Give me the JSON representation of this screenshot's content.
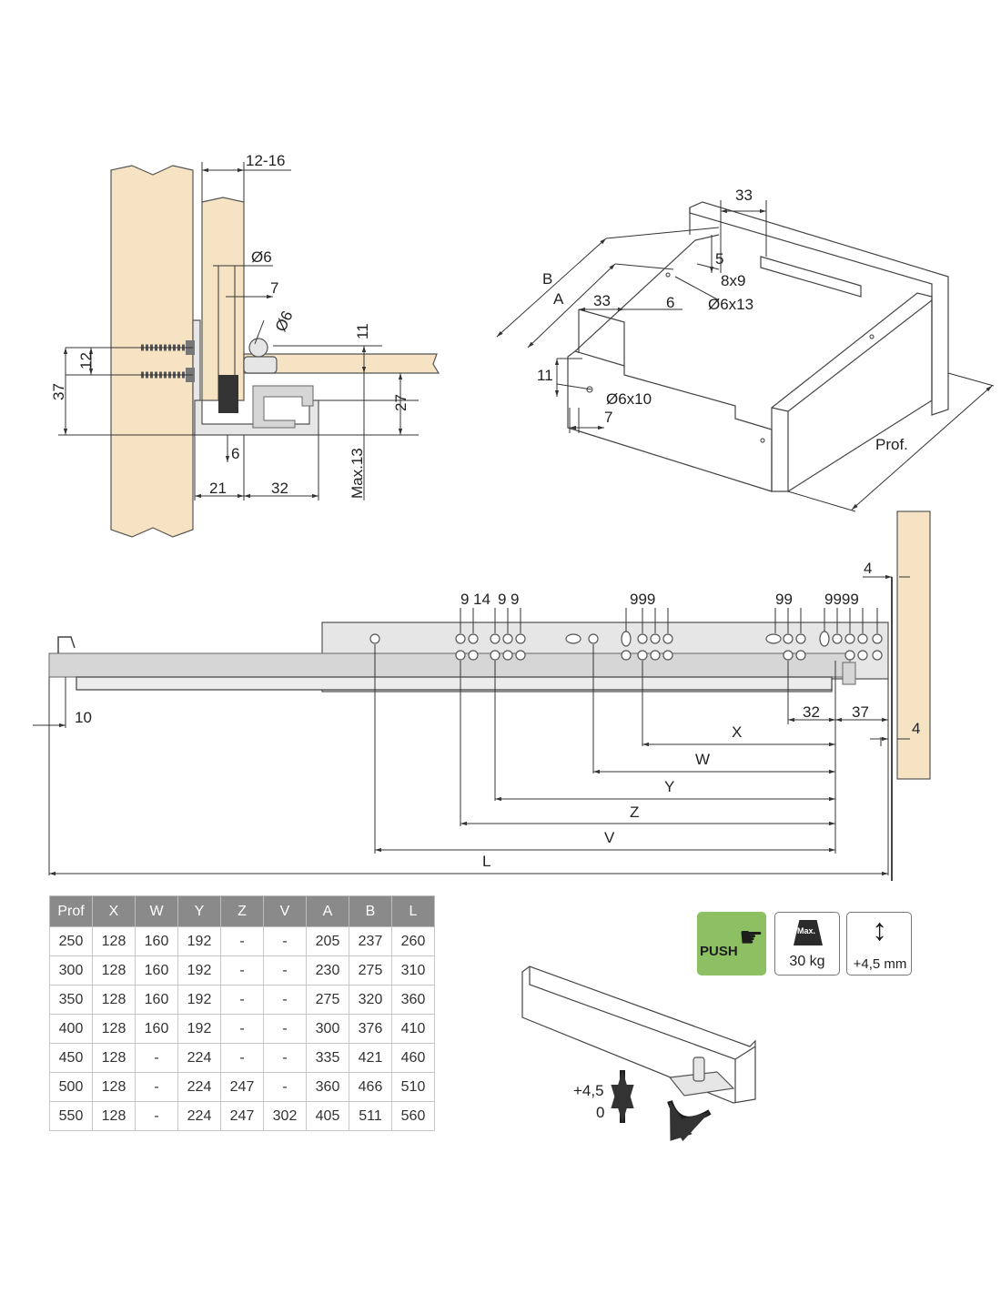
{
  "section_view": {
    "label_12_16": "12-16",
    "label_d6_top": "Ø6",
    "label_7": "7",
    "label_d6_pin": "Ø6",
    "label_11": "11",
    "label_12": "12",
    "label_37": "37",
    "label_27": "27",
    "label_6": "6",
    "label_max13": "Max.13",
    "label_21": "21",
    "label_32": "32"
  },
  "drawer_view": {
    "label_33_top": "33",
    "label_5": "5",
    "label_8x9": "8x9",
    "label_b": "B",
    "label_a": "A",
    "label_33_mid": "33",
    "label_6": "6",
    "label_d6x13": "Ø6x13",
    "label_11": "11",
    "label_d6x10": "Ø6x10",
    "label_7": "7",
    "label_prof": "Prof."
  },
  "runner_view": {
    "label_4_top": "4",
    "label_9_a": "9",
    "label_14": "14",
    "label_9_b": "9",
    "label_9_c": "9",
    "label_999": "999",
    "label_99": "99",
    "label_9999": "9999",
    "label_10": "10",
    "label_32": "32",
    "label_37": "37",
    "label_4_right": "4",
    "label_x": "X",
    "label_w": "W",
    "label_y": "Y",
    "label_z": "Z",
    "label_v": "V",
    "label_l": "L"
  },
  "adjust_view": {
    "label_plus45": "+4,5",
    "label_zero": "0"
  },
  "table": {
    "headers": [
      "Prof",
      "X",
      "W",
      "Y",
      "Z",
      "V",
      "A",
      "B",
      "L"
    ],
    "rows": [
      [
        "250",
        "128",
        "160",
        "192",
        "-",
        "-",
        "205",
        "237",
        "260"
      ],
      [
        "300",
        "128",
        "160",
        "192",
        "-",
        "-",
        "230",
        "275",
        "310"
      ],
      [
        "350",
        "128",
        "160",
        "192",
        "-",
        "-",
        "275",
        "320",
        "360"
      ],
      [
        "400",
        "128",
        "160",
        "192",
        "-",
        "-",
        "300",
        "376",
        "410"
      ],
      [
        "450",
        "128",
        "-",
        "224",
        "-",
        "-",
        "335",
        "421",
        "460"
      ],
      [
        "500",
        "128",
        "-",
        "224",
        "247",
        "-",
        "360",
        "466",
        "510"
      ],
      [
        "550",
        "128",
        "-",
        "224",
        "247",
        "302",
        "405",
        "511",
        "560"
      ]
    ]
  },
  "badges": {
    "push": "PUSH",
    "max": "Max.",
    "load": "30 kg",
    "adjust": "+4,5 mm"
  },
  "icons": {
    "push": "pointing-hand-icon",
    "load": "weight-icon",
    "adjust": "vertical-double-arrow-icon"
  }
}
